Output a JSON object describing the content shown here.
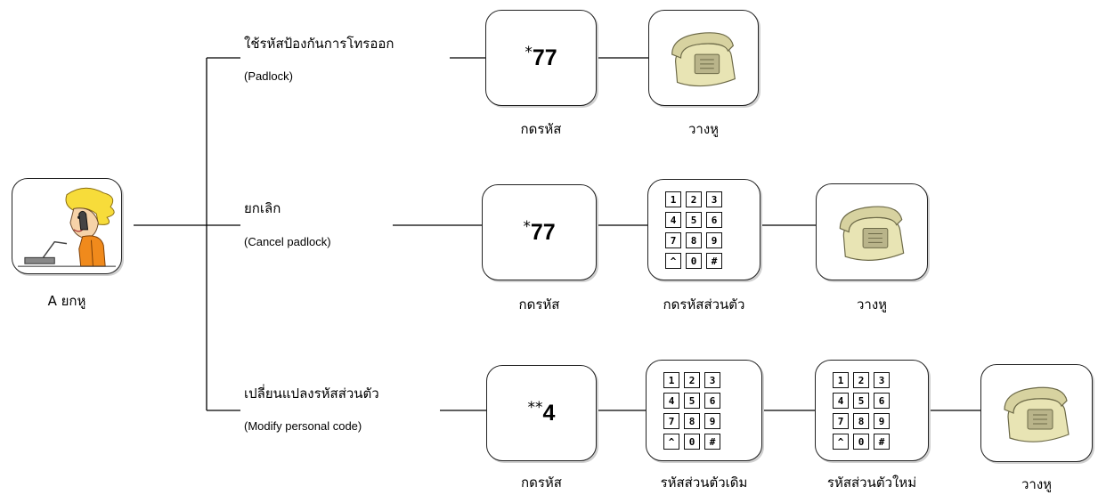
{
  "caller": {
    "label": "A ยกหู",
    "icon": "caller-on-phone-icon"
  },
  "branches": [
    {
      "title": "ใช้รหัสป้องกันการโทรออก",
      "subtitle": "(Padlock)",
      "steps": [
        {
          "type": "code",
          "stars": "*",
          "digits": "77",
          "label": "กดรหัส"
        },
        {
          "type": "phone",
          "label": "วางหู"
        }
      ]
    },
    {
      "title": "ยกเลิก",
      "subtitle": "(Cancel padlock)",
      "steps": [
        {
          "type": "code",
          "stars": "*",
          "digits": "77",
          "label": "กดรหัส"
        },
        {
          "type": "keypad",
          "label": "กดรหัสส่วนตัว"
        },
        {
          "type": "phone",
          "label": "วางหู"
        }
      ]
    },
    {
      "title": "เปลี่ยนแปลงรหัสส่วนตัว",
      "subtitle": "(Modify personal code)",
      "steps": [
        {
          "type": "code",
          "stars": "**",
          "digits": "4",
          "label": "กดรหัส"
        },
        {
          "type": "keypad",
          "label": "รหัสส่วนตัวเดิม"
        },
        {
          "type": "keypad",
          "label": "รหัสส่วนตัวใหม่"
        },
        {
          "type": "phone",
          "label": "วางหู"
        }
      ]
    }
  ],
  "keypad_keys": [
    "1",
    "2",
    "3",
    "4",
    "5",
    "6",
    "7",
    "8",
    "9",
    "*",
    "0",
    "#"
  ],
  "colors": {
    "line": "#000000",
    "box_border": "#222222",
    "phone_body": "#e8e4b4",
    "phone_shade": "#b9b48a",
    "hair": "#f7dc3a",
    "shirt": "#f08a1c",
    "skin": "#f6d3a8"
  }
}
